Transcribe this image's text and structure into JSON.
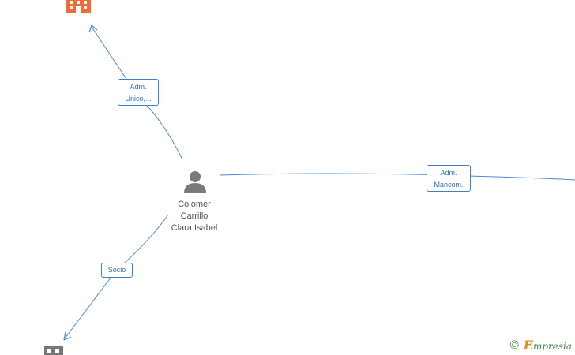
{
  "person": {
    "name_lines": [
      "Colomer",
      "Carrillo",
      "Clara Isabel"
    ]
  },
  "edges": [
    {
      "id": "adm-unico",
      "label_lines": [
        "Adm.",
        "Unico,..."
      ]
    },
    {
      "id": "adm-mancom",
      "label_lines": [
        "Adm.",
        "Mancom."
      ]
    },
    {
      "id": "socio",
      "label_lines": [
        "Socio"
      ]
    }
  ],
  "colors": {
    "edge": "#4a8ad6",
    "company_active": "#f26b35",
    "company_inactive": "#777777",
    "person": "#7a7a7a",
    "brand_green": "#3e8a4a",
    "brand_orange": "#e08a1e"
  },
  "icons": {
    "top_company": "building-icon",
    "bottom_company": "building-icon",
    "person": "person-icon"
  },
  "footer": {
    "copyright_symbol": "©",
    "brand_initial": "E",
    "brand_rest": "mpresia"
  }
}
